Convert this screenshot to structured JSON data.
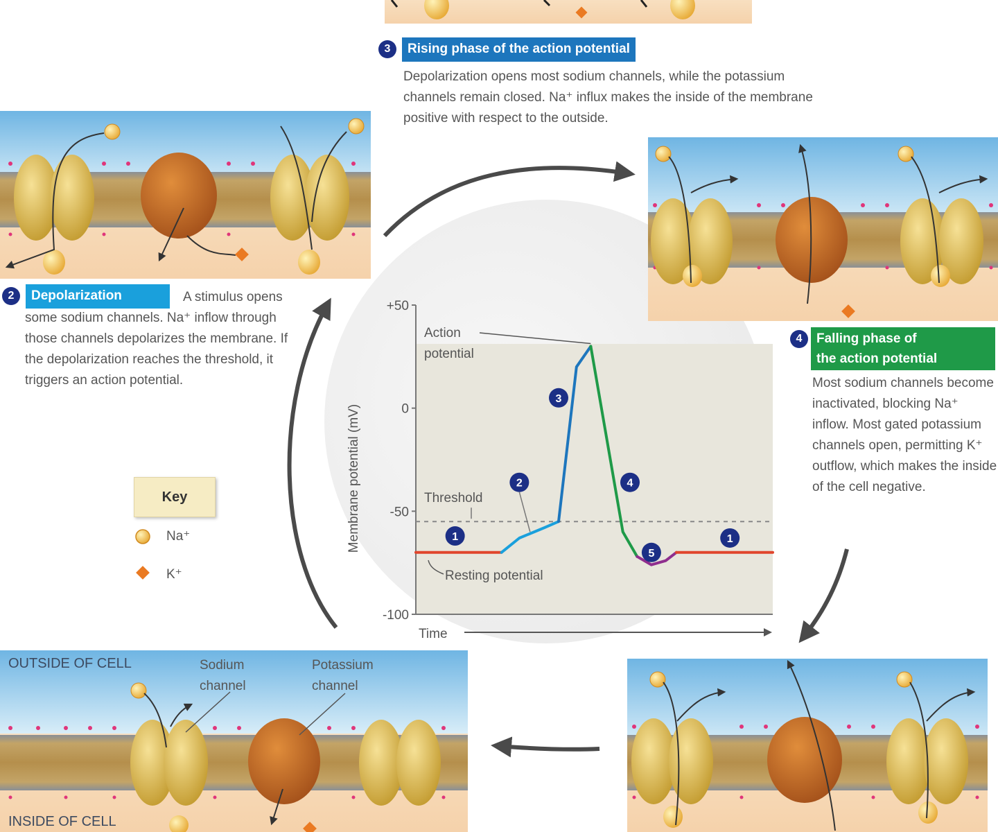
{
  "steps": {
    "depolarization": {
      "number": "2",
      "title": "Depolarization",
      "text": "A stimulus opens some sodium channels. Na⁺ inflow through those channels depolarizes the membrane. If the depolarization reaches the threshold, it triggers an action potential."
    },
    "rising": {
      "number": "3",
      "title": "Rising phase of the action potential",
      "text": "Depolarization opens most sodium channels, while the potassium channels remain closed. Na⁺ influx makes the inside of the membrane positive with respect to the outside."
    },
    "falling": {
      "number": "4",
      "title_line1": "Falling phase of",
      "title_line2": "the action potential",
      "text": "Most sodium channels become inactivated, blocking Na⁺ inflow. Most gated potassium channels open, permitting K⁺ outflow, which makes the inside of the cell negative."
    }
  },
  "key": {
    "title": "Key",
    "na": "Na⁺",
    "k": "K⁺"
  },
  "membrane_labels": {
    "outside": "OUTSIDE OF CELL",
    "inside": "INSIDE OF CELL",
    "sodium_line1": "Sodium",
    "sodium_line2": "channel",
    "potassium_line1": "Potassium",
    "potassium_line2": "channel"
  },
  "colors": {
    "depolarization": "#1aa0dc",
    "rising": "#1d76bd",
    "falling": "#1f9a48",
    "step_circle": "#1c2f86",
    "resting": "#e0452c",
    "undershoot": "#8f2e8e"
  },
  "chart_data": {
    "type": "line",
    "xlabel": "Time",
    "ylabel": "Membrane potential (mV)",
    "ylim": [
      -100,
      50
    ],
    "y_ticks": [
      "+50",
      "0",
      "-50",
      "-100"
    ],
    "threshold": {
      "label": "Threshold",
      "value": -55
    },
    "annotations": {
      "action_potential_line1": "Action",
      "action_potential_line2": "potential",
      "resting_potential": "Resting potential"
    },
    "series": [
      {
        "phase": "1",
        "color": "#e0452c",
        "x": [
          0,
          1.2
        ],
        "y": [
          -70,
          -70
        ]
      },
      {
        "phase": "2",
        "color": "#1aa0dc",
        "x": [
          1.2,
          1.45,
          1.8,
          2.0
        ],
        "y": [
          -70,
          -63,
          -58,
          -55
        ]
      },
      {
        "phase": "3",
        "color": "#1d76bd",
        "x": [
          2.0,
          2.25,
          2.45
        ],
        "y": [
          -55,
          20,
          30
        ]
      },
      {
        "phase": "4",
        "color": "#1f9a48",
        "x": [
          2.45,
          2.7,
          2.9,
          3.1
        ],
        "y": [
          30,
          -20,
          -60,
          -72
        ]
      },
      {
        "phase": "5",
        "color": "#8f2e8e",
        "x": [
          3.1,
          3.3,
          3.5,
          3.65
        ],
        "y": [
          -72,
          -76,
          -74,
          -70
        ]
      },
      {
        "phase": "1",
        "color": "#e0452c",
        "x": [
          3.65,
          5.0
        ],
        "y": [
          -70,
          -70
        ]
      }
    ],
    "phase_markers": [
      "1",
      "2",
      "3",
      "4",
      "5",
      "1"
    ]
  }
}
